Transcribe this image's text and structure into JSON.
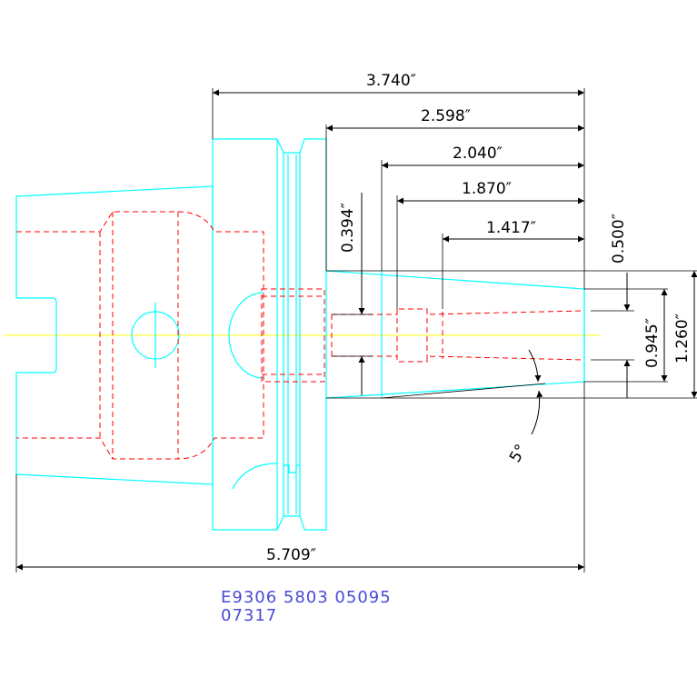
{
  "dimensions": {
    "overall_length": "5.709″",
    "flange_to_end": "3.740″",
    "d2598": "2.598″",
    "d2040": "2.040″",
    "d1870": "1.870″",
    "d1417": "1.417″",
    "bore_394": "0.394″",
    "d500": "0.500″",
    "d945": "0.945″",
    "d1260": "1.260″",
    "taper_angle": "5°"
  },
  "part_codes": {
    "line1": "E9306  5803  05095",
    "line2": "07317",
    "color": "#4a4ad8"
  },
  "colors": {
    "outline": "#00ffff",
    "hidden_lines": "#ff0000",
    "centerline": "#ffff00",
    "dimensions": "#000000"
  }
}
